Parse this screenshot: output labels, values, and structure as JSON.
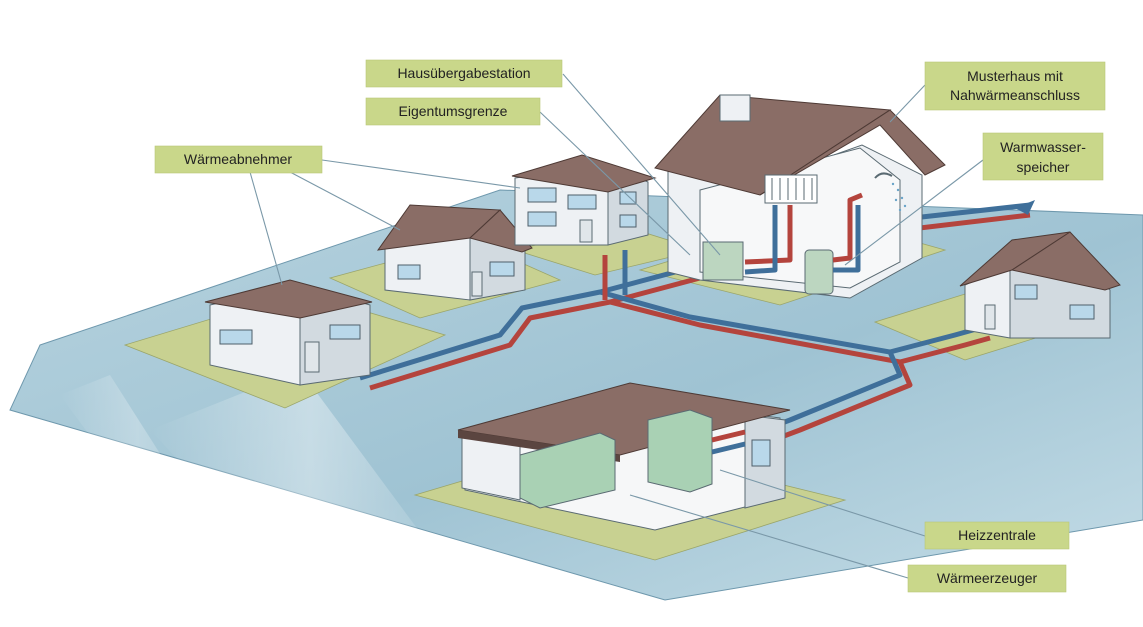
{
  "labels": {
    "hausuebergabestation": "Hausübergabestation",
    "eigentumsgrenze": "Eigentumsgrenze",
    "waermeabnehmer": "Wärmeabnehmer",
    "musterhaus_line1": "Musterhaus mit",
    "musterhaus_line2": "Nahwärmeanschluss",
    "warmwasser_line1": "Warmwasser-",
    "warmwasser_line2": "speicher",
    "heizzentrale": "Heizzentrale",
    "waermeerzeuger": "Wärmeerzeuger"
  },
  "colors": {
    "label_fill": "#c9d78a",
    "supply_pipe": "#b4443d",
    "return_pipe": "#3f6f9a",
    "ground": "#9fc3d3",
    "lawn": "#c8d191",
    "roof": "#8a6d66"
  }
}
